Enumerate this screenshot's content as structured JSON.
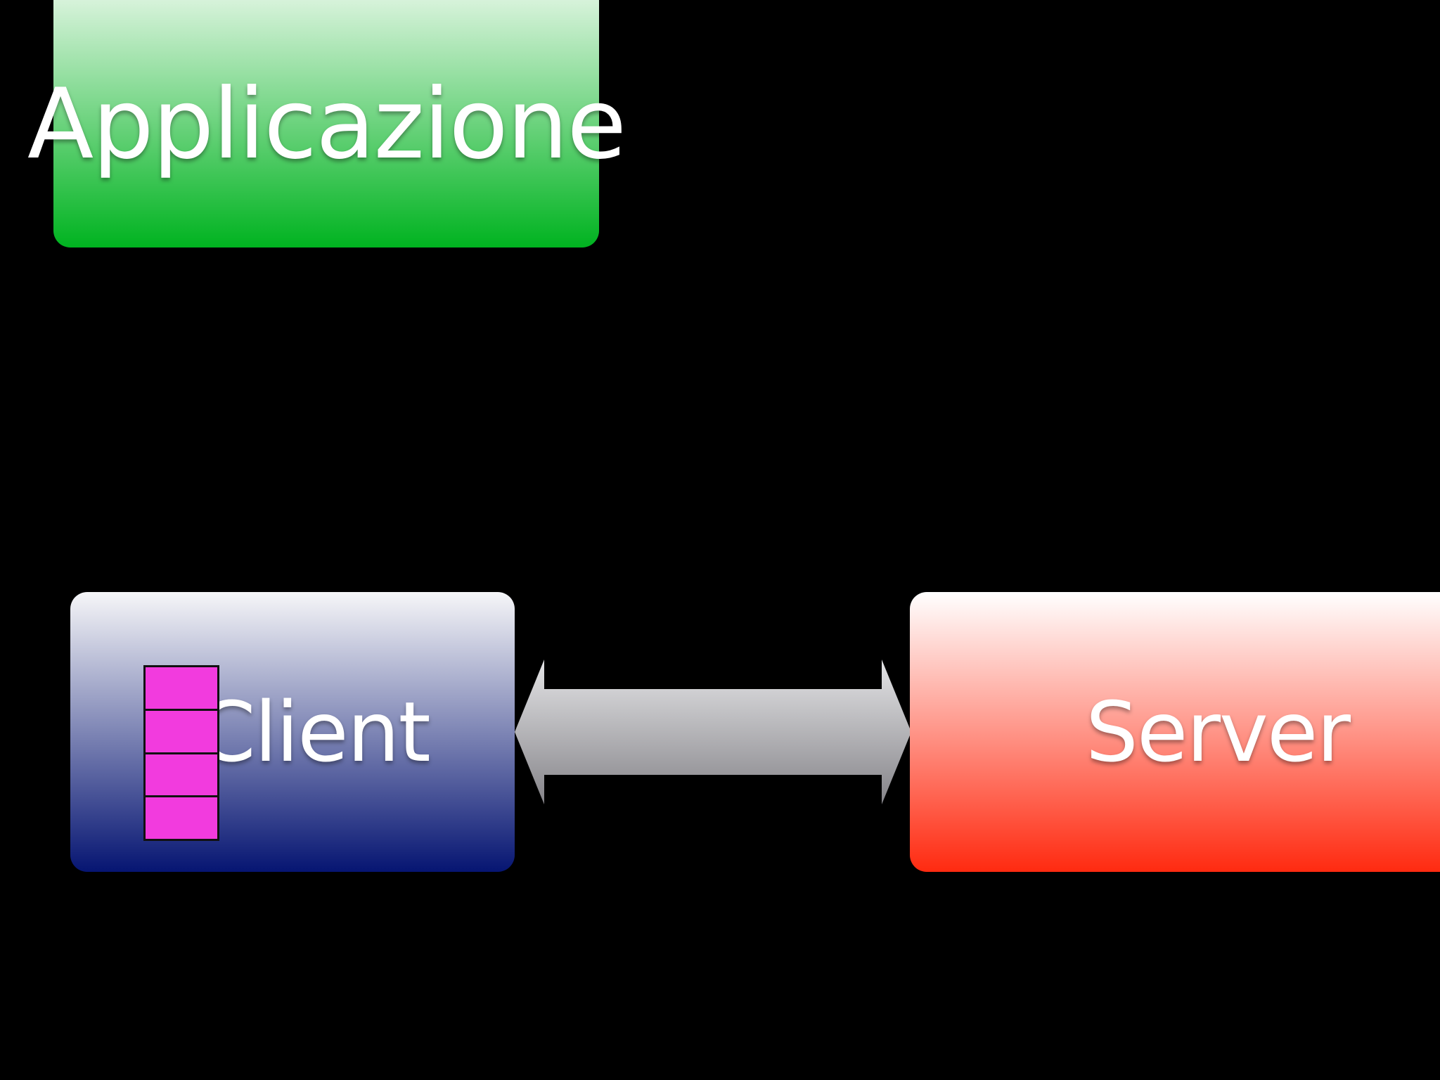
{
  "diagram": {
    "application": {
      "label": "Applicazione",
      "color_top": "#e9f8ea",
      "color_bottom": "#00b320"
    },
    "client": {
      "label": "Client",
      "color_top": "#f6f6f8",
      "color_bottom": "#061572"
    },
    "server": {
      "label": "Server",
      "color_top": "#ffffff",
      "color_bottom": "#ff2a10"
    },
    "connector": {
      "type": "bidirectional-arrow",
      "color_top": "#e4e4e6",
      "color_bottom": "#858489"
    },
    "queue": {
      "cell_count": 4,
      "cell_color": "#f23bde"
    }
  }
}
